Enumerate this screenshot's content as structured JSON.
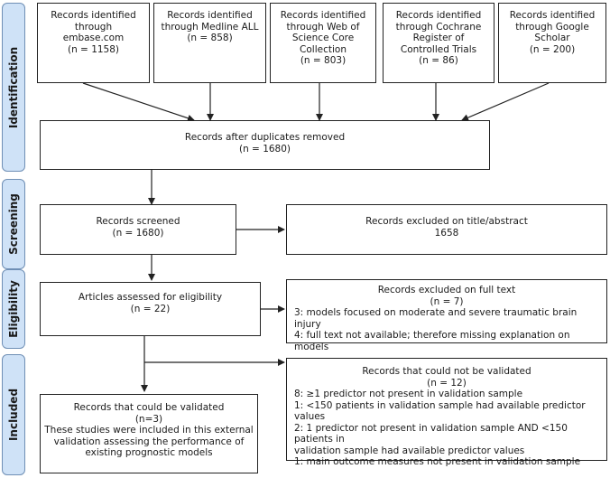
{
  "phases": {
    "identification": "Identification",
    "screening": "Screening",
    "eligibility": "Eligibility",
    "included": "Included"
  },
  "sources": [
    {
      "lines": [
        "Records identified",
        "through",
        "embase.com",
        "(n = 1158)"
      ]
    },
    {
      "lines": [
        "Records identified",
        "through Medline ALL",
        "(n = 858)"
      ]
    },
    {
      "lines": [
        "Records identified",
        "through Web of",
        "Science Core",
        "Collection",
        "(n = 803)"
      ]
    },
    {
      "lines": [
        "Records identified",
        "through Cochrane",
        "Register of",
        "Controlled Trials",
        "(n = 86)"
      ]
    },
    {
      "lines": [
        "Records identified",
        "through Google",
        "Scholar",
        "(n = 200)"
      ]
    }
  ],
  "dedup": {
    "lines": [
      "Records after duplicates removed",
      "(n = 1680)"
    ]
  },
  "screened": {
    "lines": [
      "Records screened",
      "(n = 1680)"
    ]
  },
  "excluded_title": {
    "lines": [
      "Records excluded on title/abstract",
      "1658"
    ]
  },
  "assessed": {
    "lines": [
      "Articles assessed for eligibility",
      "(n = 22)"
    ]
  },
  "excluded_full": {
    "head": [
      "Records excluded on full text",
      "(n = 7)"
    ],
    "items": [
      "3: models focused on moderate and severe traumatic brain injury",
      "4: full text not available; therefore missing explanation on models"
    ]
  },
  "not_validated": {
    "head": [
      "Records that could not be validated",
      "(n = 12)"
    ],
    "items": [
      "8: ≥1 predictor not present in validation sample",
      "1: <150 patients in validation sample had available predictor values",
      "2: 1 predictor not present in validation sample AND <150 patients in",
      "validation sample had available predictor values",
      "1: main outcome measures not present in validation sample"
    ]
  },
  "validated": {
    "lines": [
      "Records that could be validated",
      "(n=3)",
      "These studies were included in this external",
      "validation assessing the performance of",
      "existing prognostic models"
    ]
  }
}
